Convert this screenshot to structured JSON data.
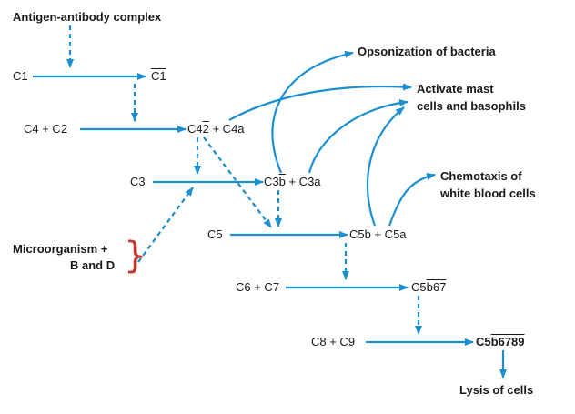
{
  "colors": {
    "arrow": "#1a8fd1",
    "brace": "#c0392b",
    "text": "#1a1a1a"
  },
  "labels": {
    "antigen": "Antigen-antibody complex",
    "c1": "C1",
    "c1_bar": "C1",
    "c4c2": "C4 + C2",
    "c42_pre": "C4",
    "c42_bar": "2",
    "c42_post": " + C4a",
    "c3": "C3",
    "c3b_pre": "C3",
    "c3b_bar": "b",
    "c3b_post": " + C3a",
    "c5": "C5",
    "c5b_pre": "C5",
    "c5b_bar": "b",
    "c5b_post": " + C5a",
    "c6c7": "C6 + C7",
    "c5b67_pre": "C5",
    "c5b67_bar": "b67",
    "c8c9": "C8 + C9",
    "c5b6789_pre": "C5",
    "c5b6789_bar": "b6789",
    "opsonization": "Opsonization of bacteria",
    "mast_line1": "Activate mast",
    "mast_line2": "cells and basophils",
    "chemo_line1": "Chemotaxis of",
    "chemo_line2": "white blood cells",
    "micro_line1": "Microorganism +",
    "micro_line2": "B and D",
    "lysis": "Lysis of cells"
  }
}
